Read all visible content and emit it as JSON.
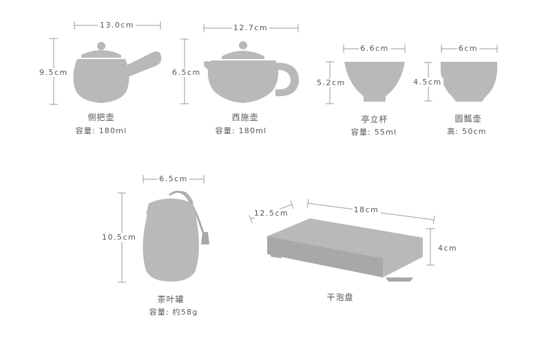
{
  "items": [
    {
      "name": "侧把壶",
      "spec": "容量: 180ml",
      "width": "13.0cm",
      "height": "9.5cm"
    },
    {
      "name": "西施壶",
      "spec": "容量: 180ml",
      "width": "12.7cm",
      "height": "6.5cm"
    },
    {
      "name": "亭立杯",
      "spec": "容量: 55ml",
      "width": "6.6cm",
      "height": "5.2cm"
    },
    {
      "name": "圆瓢壶",
      "spec": "高: 50cm",
      "width": "6cm",
      "height": "4.5cm"
    },
    {
      "name": "茶叶罐",
      "spec": "容量: 约58g",
      "width": "6.5cm",
      "height": "10.5cm"
    },
    {
      "name": "干泡盘",
      "depth": "12.5cm",
      "width": "18cm",
      "height": "4cm"
    }
  ],
  "colors": {
    "silhouette": "#b9b9b9",
    "dimension_line": "#9a9a9a",
    "text": "#555555",
    "background": "#ffffff"
  }
}
